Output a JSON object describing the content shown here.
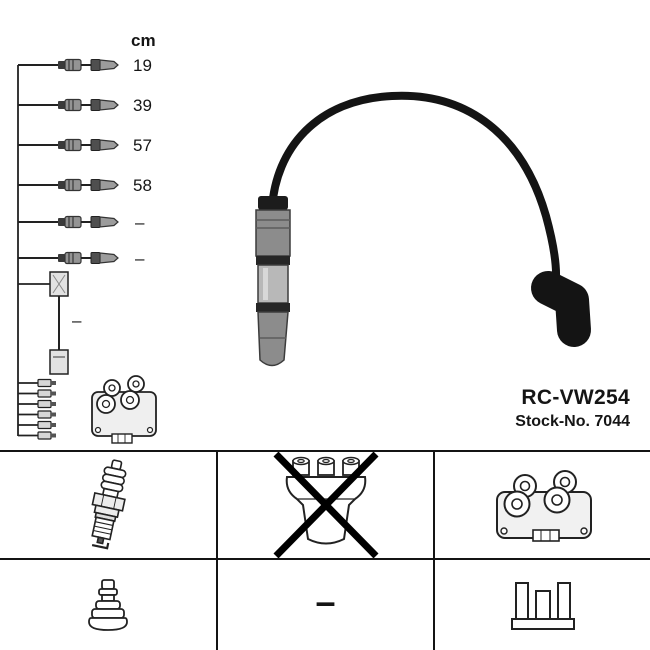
{
  "product": {
    "model": "RC-VW254",
    "stock_no": "Stock-No. 7044"
  },
  "cable_table": {
    "unit_header": "cm",
    "rows": [
      {
        "label": "cable-1",
        "length": "19"
      },
      {
        "label": "cable-2",
        "length": "39"
      },
      {
        "label": "cable-3",
        "length": "57"
      },
      {
        "label": "cable-4",
        "length": "58"
      },
      {
        "label": "cable-5",
        "length": "–"
      },
      {
        "label": "cable-6",
        "length": "–"
      },
      {
        "label": "coil-lead",
        "length": "–"
      }
    ]
  },
  "legend": {
    "dash": "–",
    "cells": [
      {
        "icon": "spark-plug-icon",
        "crossed": false
      },
      {
        "icon": "distributor-cap-icon",
        "crossed": true
      },
      {
        "icon": "ignition-coil-icon",
        "crossed": false
      },
      {
        "icon": "plug-terminal-icon",
        "crossed": false
      },
      {
        "icon": "dash-symbol",
        "crossed": false
      },
      {
        "icon": "coil-terminal-icon",
        "crossed": false
      }
    ]
  },
  "colors": {
    "ink": "#111111",
    "background": "#ffffff",
    "cable_black": "#141414",
    "connector_gray": "#8c8c8c"
  }
}
